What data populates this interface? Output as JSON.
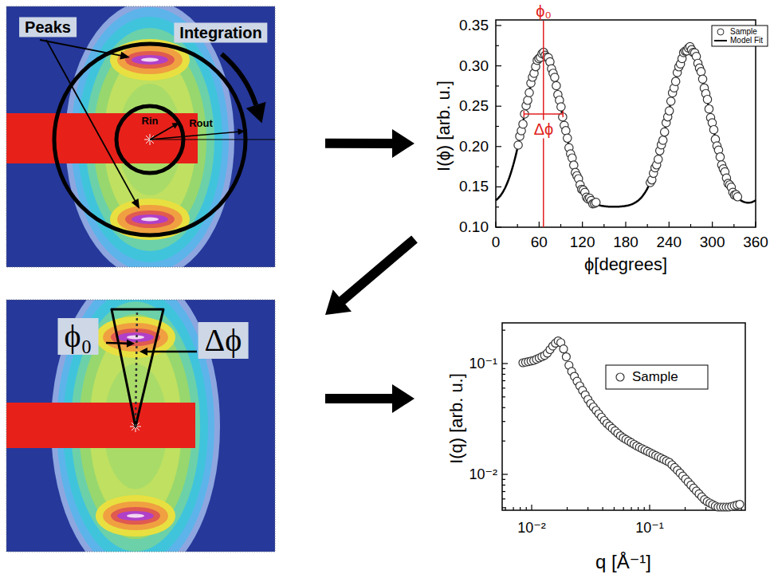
{
  "diagram": {
    "nodes": [
      {
        "text": [
          "Peaks",
          "Integration",
          "Rin",
          "Rout"
        ]
      },
      {
        "text": [
          "ϕ₀",
          "Δϕ",
          "I(ϕ) [arb. u.]",
          "ϕ[degrees]"
        ]
      },
      {
        "text": [
          "ϕ₀",
          "Δϕ"
        ]
      },
      {
        "text": [
          "I(q) [arb. u.]",
          "q [Å⁻¹]"
        ]
      }
    ],
    "edges": [
      {
        "from": 0,
        "to": 1,
        "arrow": "to"
      },
      {
        "from": 1,
        "to": 2,
        "arrow": "to"
      },
      {
        "from": 2,
        "to": 3,
        "arrow": "to"
      }
    ],
    "labels": [
      "0.35",
      "0.30",
      "0.25",
      "0.20",
      "0.15",
      "0.10",
      "0",
      "60",
      "120",
      "180",
      "240",
      "300",
      "360",
      "10⁻¹",
      "10⁻²",
      "10⁻²",
      "10⁻¹"
    ],
    "legend": [
      {
        "text": "Sample"
      },
      {
        "text": "Model Fit"
      },
      {
        "text": "Sample"
      }
    ]
  }
}
